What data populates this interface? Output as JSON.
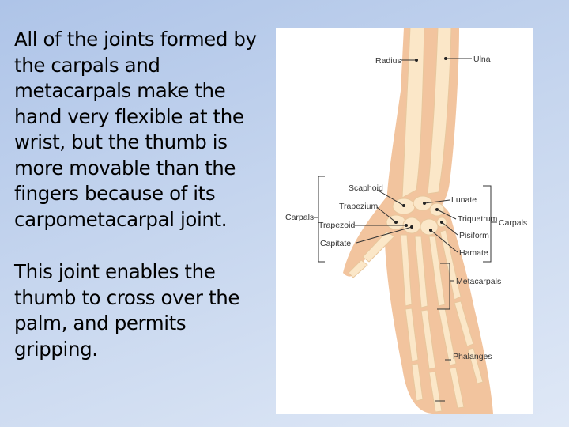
{
  "slide": {
    "paragraphs": [
      "All of the joints formed by the carpals and metacarpals make the hand very flexible at the wrist, but the thumb is more movable than the fingers because of its carpometacarpal joint.",
      "This joint enables the thumb to cross over the palm, and permits gripping."
    ]
  },
  "figure": {
    "labels": {
      "radius": "Radius",
      "ulna": "Ulna",
      "scaphoid": "Scaphoid",
      "trapezium": "Trapezium",
      "carpals_left": "Carpals",
      "trapezoid": "Trapezoid",
      "capitate": "Capitate",
      "lunate": "Lunate",
      "triquetrum": "Triquetrum",
      "pisiform": "Pisiform",
      "hamate": "Hamate",
      "carpals_right": "Carpals",
      "metacarpals": "Metacarpals",
      "phalanges": "Phalanges"
    },
    "colors": {
      "skin": "#f2c49e",
      "bone": "#fbe7c8",
      "bone_edge": "#e8c79d",
      "line": "#333333"
    }
  }
}
